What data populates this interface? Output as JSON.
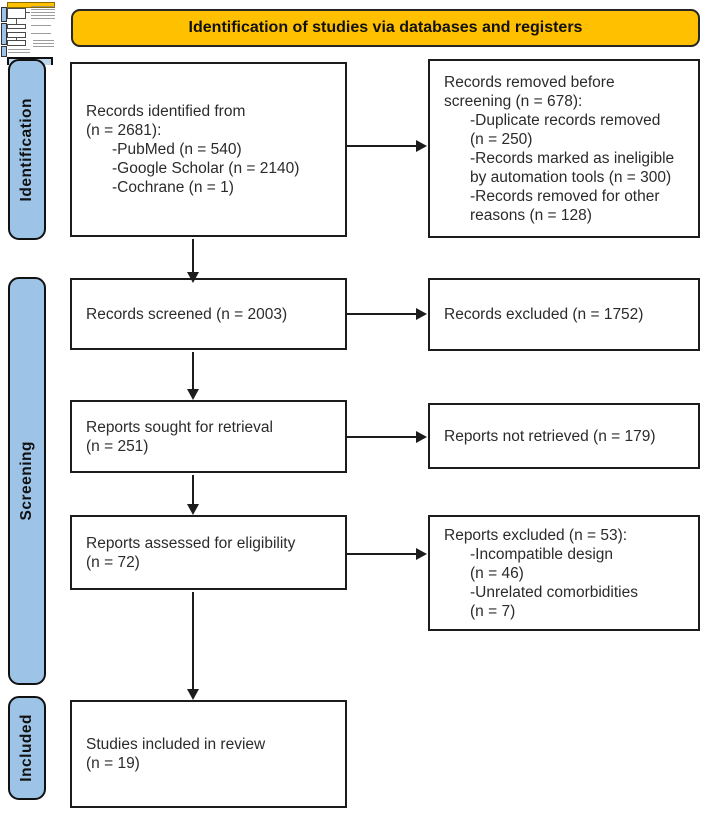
{
  "figure": {
    "title": "Identification of studies via databases and registers"
  },
  "sidebar": {
    "identification": "Identification",
    "screening": "Screening",
    "included": "Included"
  },
  "boxes": {
    "records_identified": {
      "lines": [
        "Records identified from",
        "(n = 2681):",
        "-PubMed (n = 540)",
        "-Google Scholar (n = 2140)",
        "-Cochrane (n = 1)"
      ]
    },
    "records_removed": {
      "lines": [
        "Records removed before",
        "screening (n = 678):",
        "-Duplicate records removed",
        "(n = 250)",
        "-Records marked as ineligible",
        "by automation tools (n = 300)",
        "-Records removed for other",
        "reasons (n = 128)"
      ]
    },
    "records_screened": {
      "lines": [
        "Records screened (n = 2003)"
      ]
    },
    "records_excluded": {
      "lines": [
        "Records excluded (n = 1752)"
      ]
    },
    "reports_sought": {
      "lines": [
        "Reports sought for retrieval",
        "(n = 251)"
      ]
    },
    "reports_not_retrieved": {
      "lines": [
        "Reports not retrieved (n = 179)"
      ]
    },
    "reports_assessed": {
      "lines": [
        "Reports assessed for eligibility",
        "(n = 72)"
      ]
    },
    "reports_excluded": {
      "lines": [
        "Reports excluded (n = 53):",
        "-Incompatible design",
        "(n = 46)",
        "-Unrelated comorbidities",
        "(n = 7)"
      ]
    },
    "studies_included": {
      "lines": [
        "Studies included in review",
        "(n = 19)"
      ]
    }
  },
  "colors": {
    "title_fill": "#FFC000",
    "sidebar_fill": "#9DC3E6",
    "box_border": "#1C1C1C",
    "arrow": "#1C1C1C",
    "text": "#2B2B2B",
    "thumb_page2_fill": "#BDD7EE"
  }
}
